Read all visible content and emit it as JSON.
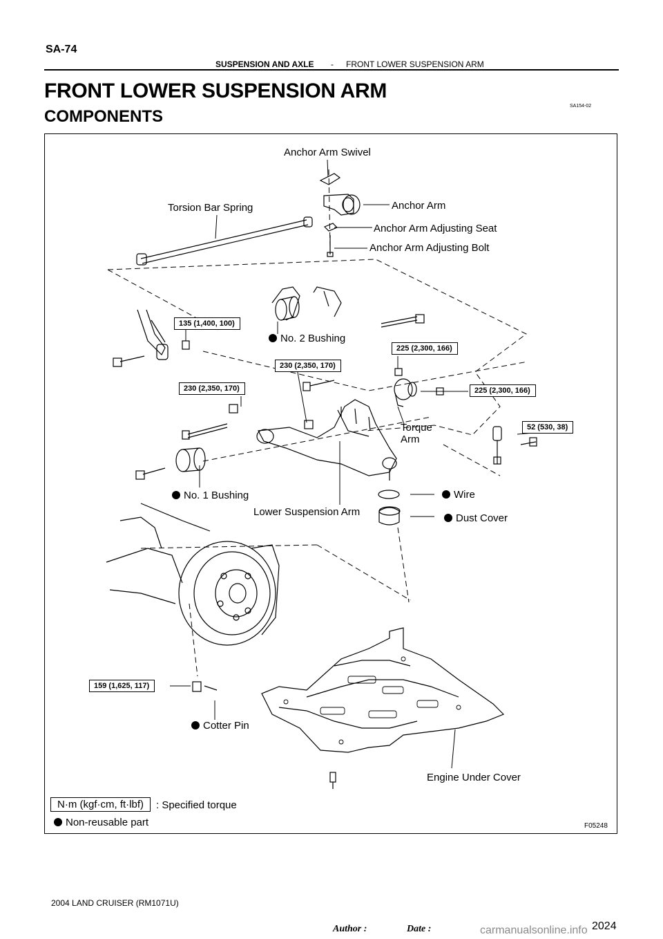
{
  "header": {
    "page_code": "SA-74",
    "section": "SUSPENSION AND AXLE",
    "separator": "-",
    "page_title": "FRONT LOWER SUSPENSION ARM"
  },
  "title": "FRONT LOWER SUSPENSION ARM",
  "subtitle": "COMPONENTS",
  "doc_code": "SA154-02",
  "labels": {
    "anchor_arm_swivel": "Anchor Arm Swivel",
    "torsion_bar_spring": "Torsion Bar Spring",
    "anchor_arm": "Anchor Arm",
    "anchor_arm_adjusting_seat": "Anchor Arm Adjusting Seat",
    "anchor_arm_adjusting_bolt": "Anchor Arm Adjusting Bolt",
    "no2_bushing": "No. 2 Bushing",
    "torque_arm_line1": "Torque",
    "torque_arm_line2": "Arm",
    "no1_bushing": "No. 1 Bushing",
    "lower_suspension_arm": "Lower Suspension Arm",
    "wire": "Wire",
    "dust_cover": "Dust Cover",
    "cotter_pin": "Cotter Pin",
    "engine_under_cover": "Engine Under Cover"
  },
  "torques": {
    "t1": "135 (1,400, 100)",
    "t2": "230 (2,350, 170)",
    "t3": "230 (2,350, 170)",
    "t4": "225 (2,300, 166)",
    "t5": "225 (2,300, 166)",
    "t6": "52 (530, 38)",
    "t7": "159 (1,625, 117)"
  },
  "legend": {
    "torque_unit": "N·m (kgf·cm, ft·lbf)",
    "torque_desc": ": Specified torque",
    "non_reusable": "Non-reusable part"
  },
  "figure_id": "F05248",
  "footer": "2004 LAND CRUISER   (RM1071U)",
  "author_label": "Author :",
  "date_label": "Date :",
  "page_number": "2024",
  "watermark": "carmanualsonline.info"
}
